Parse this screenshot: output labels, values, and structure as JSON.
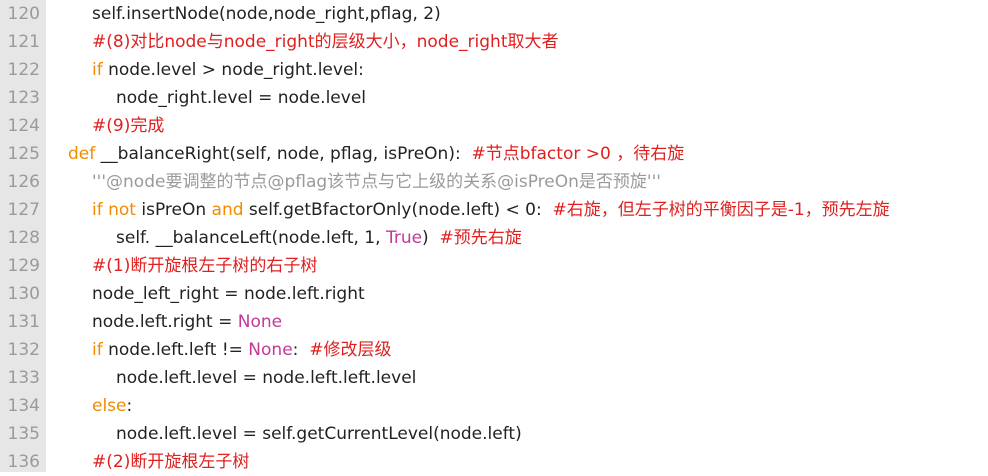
{
  "editor": {
    "lines": [
      {
        "num": "120",
        "indent": 1,
        "tokens": [
          {
            "t": "plain",
            "v": "self.insertNode(node,node_right,pflag, 2)"
          }
        ]
      },
      {
        "num": "121",
        "indent": 1,
        "tokens": [
          {
            "t": "com",
            "v": "#(8)对比node与node_right的层级大小，node_right取大者"
          }
        ]
      },
      {
        "num": "122",
        "indent": 1,
        "tokens": [
          {
            "t": "kw",
            "v": "if"
          },
          {
            "t": "plain",
            "v": " node.level > node_right.level:"
          }
        ]
      },
      {
        "num": "123",
        "indent": 2,
        "tokens": [
          {
            "t": "plain",
            "v": "node_right.level = node.level"
          }
        ]
      },
      {
        "num": "124",
        "indent": 1,
        "tokens": [
          {
            "t": "com",
            "v": "#(9)完成"
          }
        ]
      },
      {
        "num": "125",
        "indent": 0,
        "tokens": [
          {
            "t": "kw",
            "v": "def"
          },
          {
            "t": "plain",
            "v": " __balanceRight(self, node, pflag, isPreOn):  "
          },
          {
            "t": "com",
            "v": "#节点bfactor >0 ，待右旋"
          }
        ]
      },
      {
        "num": "126",
        "indent": 1,
        "tokens": [
          {
            "t": "str",
            "v": "'''@node要调整的节点@pflag该节点与它上级的关系@isPreOn是否预旋'''"
          }
        ]
      },
      {
        "num": "127",
        "indent": 1,
        "tokens": [
          {
            "t": "kw",
            "v": "if"
          },
          {
            "t": "plain",
            "v": " "
          },
          {
            "t": "kw",
            "v": "not"
          },
          {
            "t": "plain",
            "v": " isPreOn "
          },
          {
            "t": "kw",
            "v": "and"
          },
          {
            "t": "plain",
            "v": " self.getBfactorOnly(node.left) < 0:  "
          },
          {
            "t": "com",
            "v": "#右旋，但左子树的平衡因子是-1，预先左旋"
          }
        ]
      },
      {
        "num": "128",
        "indent": 2,
        "tokens": [
          {
            "t": "plain",
            "v": "self. __balanceLeft(node.left, 1, "
          },
          {
            "t": "const",
            "v": "True"
          },
          {
            "t": "plain",
            "v": ")  "
          },
          {
            "t": "com",
            "v": "#预先右旋"
          }
        ]
      },
      {
        "num": "129",
        "indent": 1,
        "tokens": [
          {
            "t": "com",
            "v": "#(1)断开旋根左子树的右子树"
          }
        ]
      },
      {
        "num": "130",
        "indent": 1,
        "tokens": [
          {
            "t": "plain",
            "v": "node_left_right = node.left.right"
          }
        ]
      },
      {
        "num": "131",
        "indent": 1,
        "tokens": [
          {
            "t": "plain",
            "v": "node.left.right = "
          },
          {
            "t": "const",
            "v": "None"
          }
        ]
      },
      {
        "num": "132",
        "indent": 1,
        "tokens": [
          {
            "t": "kw",
            "v": "if"
          },
          {
            "t": "plain",
            "v": " node.left.left != "
          },
          {
            "t": "const",
            "v": "None"
          },
          {
            "t": "plain",
            "v": ":  "
          },
          {
            "t": "com",
            "v": "#修改层级"
          }
        ]
      },
      {
        "num": "133",
        "indent": 2,
        "tokens": [
          {
            "t": "plain",
            "v": "node.left.level = node.left.left.level"
          }
        ]
      },
      {
        "num": "134",
        "indent": 1,
        "tokens": [
          {
            "t": "kw",
            "v": "else"
          },
          {
            "t": "plain",
            "v": ":"
          }
        ]
      },
      {
        "num": "135",
        "indent": 2,
        "tokens": [
          {
            "t": "plain",
            "v": "node.left.level = self.getCurrentLevel(node.left)"
          }
        ]
      },
      {
        "num": "136",
        "indent": 1,
        "tokens": [
          {
            "t": "com",
            "v": "#(2)断开旋根左子树"
          }
        ]
      }
    ]
  },
  "colors": {
    "gutter_bg": "#e6e6e6",
    "line_number": "#9a9a9a",
    "plain": "#222222",
    "keyword": "#f08c00",
    "constant": "#c3389a",
    "comment": "#e01f1f",
    "docstring": "#9a9a9a"
  }
}
